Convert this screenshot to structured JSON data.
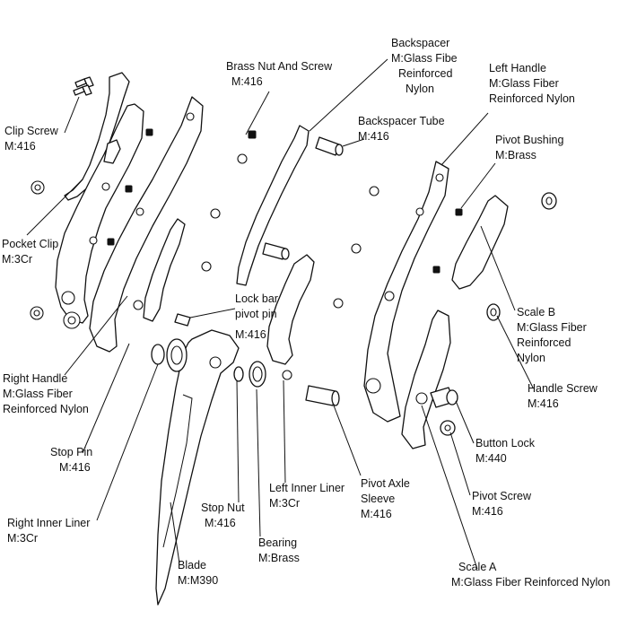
{
  "labels": {
    "clip_screw": [
      "Clip Screw",
      "M:416"
    ],
    "pocket_clip": [
      "Pocket Clip",
      "M:3Cr"
    ],
    "right_handle": [
      "Right Handle",
      "M:Glass Fiber",
      "Reinforced Nylon"
    ],
    "stop_pin": [
      "Stop Pin",
      "M:416"
    ],
    "right_inner_liner": [
      "Right Inner Liner",
      "M:3Cr"
    ],
    "blade": [
      "Blade",
      "M:M390"
    ],
    "stop_nut": [
      "Stop Nut",
      "M:416"
    ],
    "bearing": [
      "Bearing",
      "M:Brass"
    ],
    "left_inner_liner": [
      "Left Inner Liner",
      "M:3Cr"
    ],
    "pivot_axle_sleeve": [
      "Pivot Axle",
      "Sleeve",
      "M:416"
    ],
    "lock_bar_pivot_pin": [
      "Lock bar",
      "pivot pin",
      "M:416"
    ],
    "brass_nut_and_screw": [
      "Brass Nut And Screw",
      "M:416"
    ],
    "backspacer": [
      "Backspacer",
      "M:Glass Fibe",
      "Reinforced",
      "Nylon"
    ],
    "backspacer_tube": [
      "Backspacer Tube",
      "M:416"
    ],
    "left_handle": [
      "Left Handle",
      "M:Glass Fiber",
      "Reinforced Nylon"
    ],
    "pivot_bushing": [
      "Pivot Bushing",
      "M:Brass"
    ],
    "scale_b": [
      "Scale B",
      "M:Glass Fiber",
      "Reinforced",
      "Nylon"
    ],
    "handle_screw": [
      "Handle Screw",
      "M:416"
    ],
    "button_lock": [
      "Button Lock",
      "M:440"
    ],
    "pivot_screw": [
      "Pivot Screw",
      "M:416"
    ],
    "scale_a": [
      "Scale A",
      "M:Glass Fiber Reinforced Nylon"
    ]
  }
}
